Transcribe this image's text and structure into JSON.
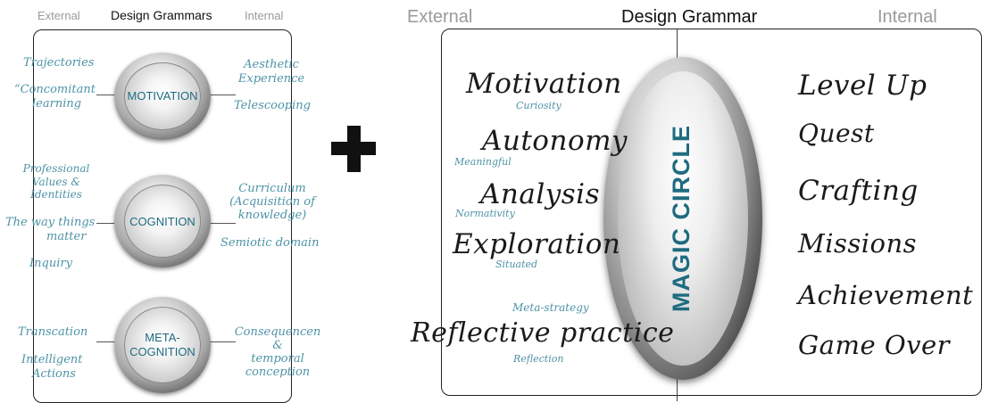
{
  "left_diagram": {
    "header": {
      "external": "External",
      "title": "Design Grammars",
      "internal": "Internal"
    },
    "knobs": [
      "MOTIVATION",
      "COGNITION",
      "META-\nCOGNITION"
    ],
    "external_terms": {
      "trajectories": "Trajectories",
      "concomitant_1": "“Concomitant",
      "concomitant_2": "learning",
      "prof_1": "Professional",
      "prof_2": "Values &",
      "prof_3": "Identities",
      "way_1": "The way things",
      "way_2": "matter",
      "inquiry": "Inquiry",
      "transcation": "Transcation",
      "intelligent_1": "Intelligent",
      "intelligent_2": "Actions"
    },
    "internal_terms": {
      "aesthetic_1": "Aesthetic",
      "aesthetic_2": "Experience",
      "telescooping": "Telescooping",
      "curriculum_1": "Curriculum",
      "curriculum_2": "(Acquisition of",
      "curriculum_3": "knowledge)",
      "semiotic": "Semiotic domain",
      "consequencen_1": "Consequencen",
      "consequencen_2": "&",
      "consequencen_3": "temporal",
      "consequencen_4": "conception"
    }
  },
  "right_diagram": {
    "header": {
      "external": "External",
      "title": "Design Grammar",
      "internal": "Internal"
    },
    "center_label": "MAGIC CIRCLE",
    "external_main": [
      "Motivation",
      "Autonomy",
      "Analysis",
      "Exploration",
      "Reflective practice"
    ],
    "external_sub": [
      "Curiosity",
      "Meaningful",
      "Normativity",
      "Situated",
      "Meta-strategy",
      "Reflection"
    ],
    "internal_items": [
      "Level Up",
      "Quest",
      "Crafting",
      "Missions",
      "Achievement",
      "Game Over"
    ]
  },
  "colors": {
    "teal": "#4e93a6",
    "knob_text": "#1f6b80",
    "dark_text": "#1a1a1a",
    "header_grey": "#9a9a9a"
  }
}
